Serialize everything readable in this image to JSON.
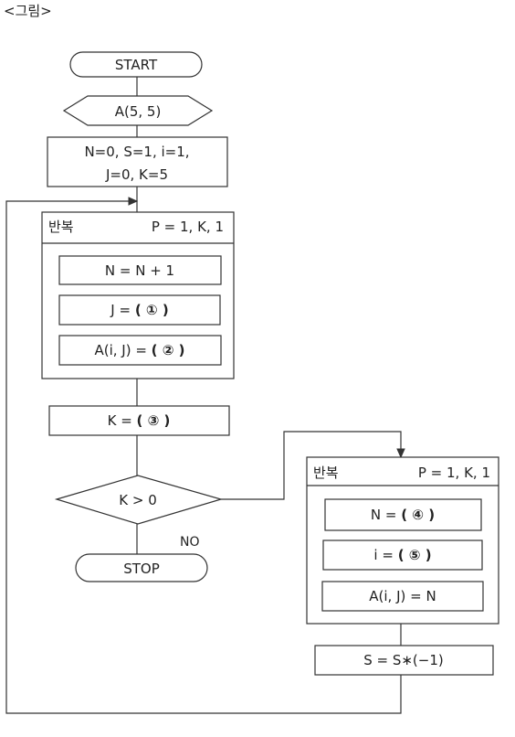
{
  "caption": "<그림>",
  "flow": {
    "start": "START",
    "input": "A(5, 5)",
    "init_line1": "N=0, S=1, i=1,",
    "init_line2": "J=0, K=5",
    "outer_loop": {
      "label": "반복",
      "range": "P = 1, K, 1",
      "stmt1": "N = N + 1",
      "stmt2_prefix": "J = ",
      "stmt2_blank": "( ① )",
      "stmt3_prefix": "A(i, J) = ",
      "stmt3_blank": "( ② )"
    },
    "k_prefix": "K = ",
    "k_blank": "( ③ )",
    "decision": "K > 0",
    "no_label": "NO",
    "stop": "STOP",
    "inner_loop": {
      "label": "반복",
      "range": "P = 1, K, 1",
      "stmt1_prefix": "N = ",
      "stmt1_blank": "( ④ )",
      "stmt2_prefix": "i = ",
      "stmt2_blank": "( ⑤ )",
      "stmt3": "A(i, J) = N"
    },
    "s_update": "S = S∗(−1)"
  }
}
